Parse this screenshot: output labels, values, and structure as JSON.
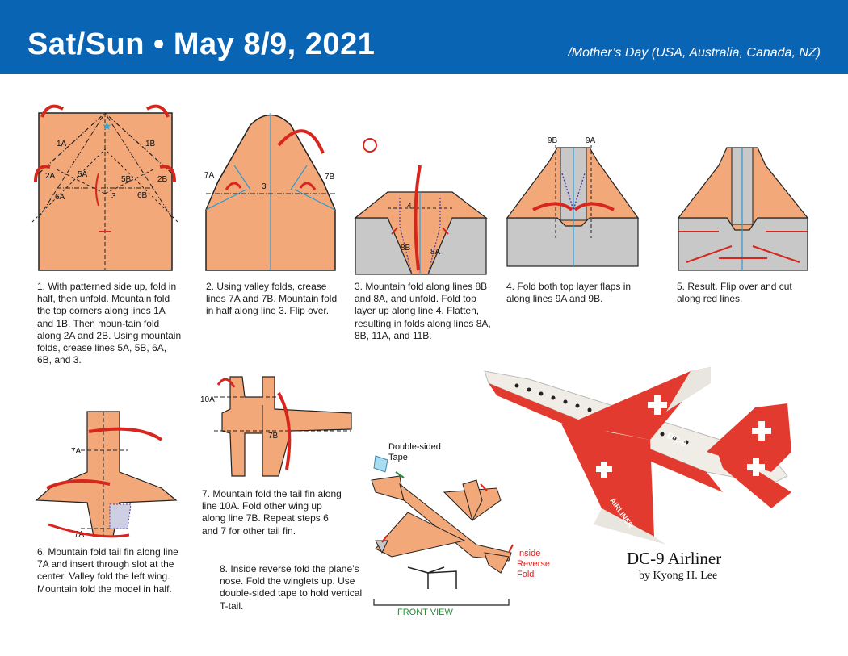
{
  "header": {
    "date": "Sat/Sun • May 8/9, 2021",
    "holiday": "/Mother’s Day (USA, Australia, Canada, NZ)"
  },
  "colors": {
    "header_bg": "#0a64b4",
    "paper_orange": "#f3a87a",
    "paper_gray": "#c8c8c8",
    "arrow_red": "#d7261e",
    "crease_blue": "#2a9ad6",
    "star": "#2aa8d8"
  },
  "steps": [
    {
      "id": 1,
      "number": "1.",
      "text": "With patterned side up, fold in half, then unfold. Mountain fold the top corners along lines 1A and 1B. Then moun-tain fold along 2A and 2B. Using mountain folds, crease lines 5A, 5B, 6A, 6B, and 3."
    },
    {
      "id": 2,
      "number": "2.",
      "text": "Using valley folds, crease lines 7A and 7B. Mountain fold in half along line 3. Flip over."
    },
    {
      "id": 3,
      "number": "3.",
      "text": "Mountain fold along lines 8B and 8A, and unfold. Fold top layer up along line 4. Flatten, resulting in folds along lines 8A, 8B, 11A, and 11B."
    },
    {
      "id": 4,
      "number": "4.",
      "text": "Fold both top layer flaps in along lines 9A and 9B."
    },
    {
      "id": 5,
      "number": "5.",
      "text": "Result. Flip over and cut along red lines."
    },
    {
      "id": 6,
      "number": "6.",
      "text": "Mountain fold tail fin along line 7A and insert through slot at the center. Valley fold the left wing. Mountain fold the model in half."
    },
    {
      "id": 7,
      "number": "7.",
      "text": "Mountain fold the tail fin along line 10A. Fold other wing up along line 7B. Repeat steps 6 and 7 for other tail fin."
    },
    {
      "id": 8,
      "number": "8.",
      "text": "Inside reverse fold the plane’s nose. Fold the winglets up. Use double-sided tape to hold vertical T-tail."
    }
  ],
  "labels": {
    "s1": [
      "1A",
      "1B",
      "2A",
      "2B",
      "5A",
      "5B",
      "6A",
      "6B",
      "3"
    ],
    "s2": [
      "7A",
      "7B",
      "3"
    ],
    "s3": [
      "4",
      "8B",
      "8A"
    ],
    "s4": [
      "9B",
      "9A"
    ],
    "s6": [
      "7A",
      "7A"
    ],
    "s7": [
      "10A",
      "7B"
    ]
  },
  "notes": {
    "tape": "Double-sided Tape",
    "reverse": "Inside Reverse Fold",
    "front_view": "FRONT VIEW"
  },
  "plane_text": "DC-9",
  "plane_brand": "AIRLINER",
  "model": {
    "title": "DC-9 Airliner",
    "byline": "by Kyong H. Lee"
  }
}
